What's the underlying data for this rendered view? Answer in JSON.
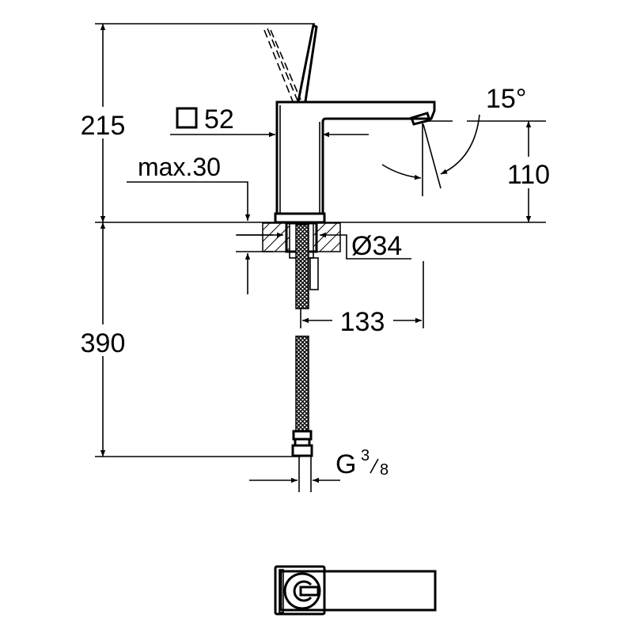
{
  "dimensions": {
    "total_height_above_deck": "215",
    "hose_length": "390",
    "body_square": "52",
    "max_deck_thickness": "max.30",
    "hole_diameter": "Ø34",
    "spout_reach": "133",
    "spout_height": "110",
    "spout_angle": "15°",
    "connection_thread_prefix": "G",
    "connection_thread_num": "3",
    "connection_thread_den": "8"
  },
  "colors": {
    "line": "#000000",
    "background": "#ffffff"
  }
}
